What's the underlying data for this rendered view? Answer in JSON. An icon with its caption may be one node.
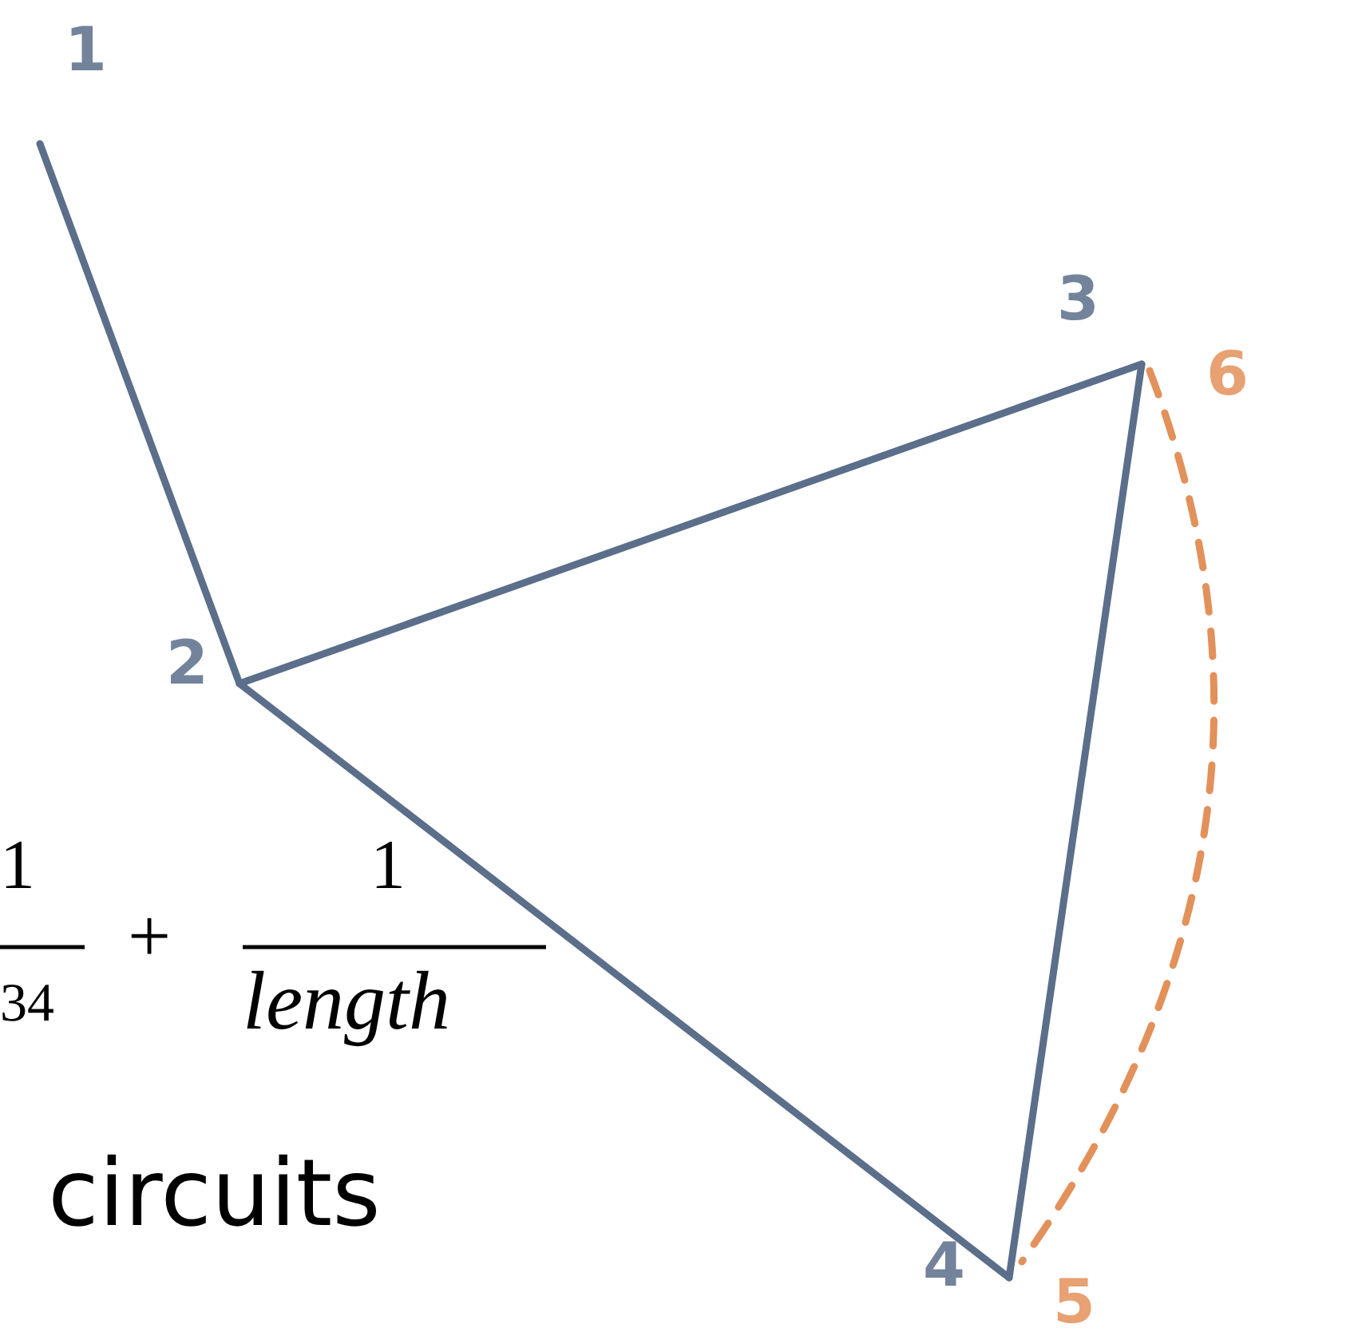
{
  "diagram": {
    "nodes": [
      {
        "text": [
          "1"
        ]
      },
      {
        "text": [
          "2"
        ]
      },
      {
        "text": [
          "3"
        ]
      },
      {
        "text": [
          "4"
        ]
      },
      {
        "text": [
          "6"
        ]
      },
      {
        "text": [
          "5"
        ]
      }
    ],
    "edges": [
      {
        "from": 0,
        "to": 1,
        "arrow": "none"
      },
      {
        "from": 1,
        "to": 2,
        "arrow": "none"
      },
      {
        "from": 1,
        "to": 3,
        "arrow": "none"
      },
      {
        "from": 2,
        "to": 3,
        "arrow": "none"
      },
      {
        "from": 4,
        "to": 5,
        "arrow": "none",
        "style": "dashed",
        "color": "#e3915a"
      }
    ],
    "labels": [
      "1",
      "1",
      "34",
      "+",
      "length",
      "circuits"
    ]
  }
}
